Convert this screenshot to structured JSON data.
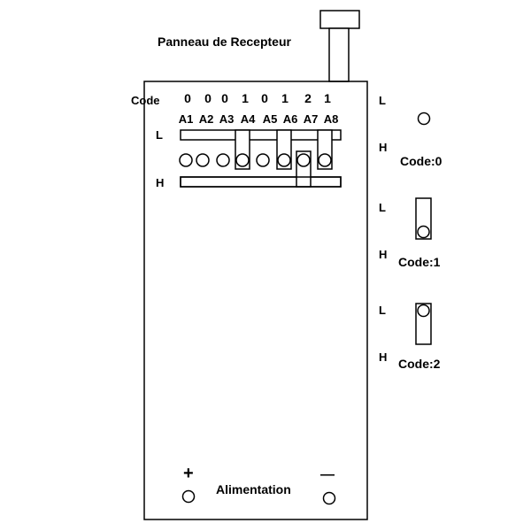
{
  "title": "Panneau de Recepteur",
  "code_label": "Code",
  "code_values": [
    "0",
    "0",
    "0",
    "1",
    "0",
    "1",
    "2",
    "1"
  ],
  "pins": [
    "A1",
    "A2",
    "A3",
    "A4",
    "A5",
    "A6",
    "A7",
    "A8"
  ],
  "pin_states": [
    "open",
    "open",
    "open",
    "L",
    "open",
    "L",
    "H",
    "L"
  ],
  "row_L": "L",
  "row_H": "H",
  "legend": [
    {
      "top": "L",
      "bottom": "H",
      "caption": "Code:0",
      "state": "open"
    },
    {
      "top": "L",
      "bottom": "H",
      "caption": "Code:1",
      "state": "H"
    },
    {
      "top": "L",
      "bottom": "H",
      "caption": "Code:2",
      "state": "L"
    }
  ],
  "power": {
    "plus": "+",
    "minus": "—",
    "label": "Alimentation"
  }
}
